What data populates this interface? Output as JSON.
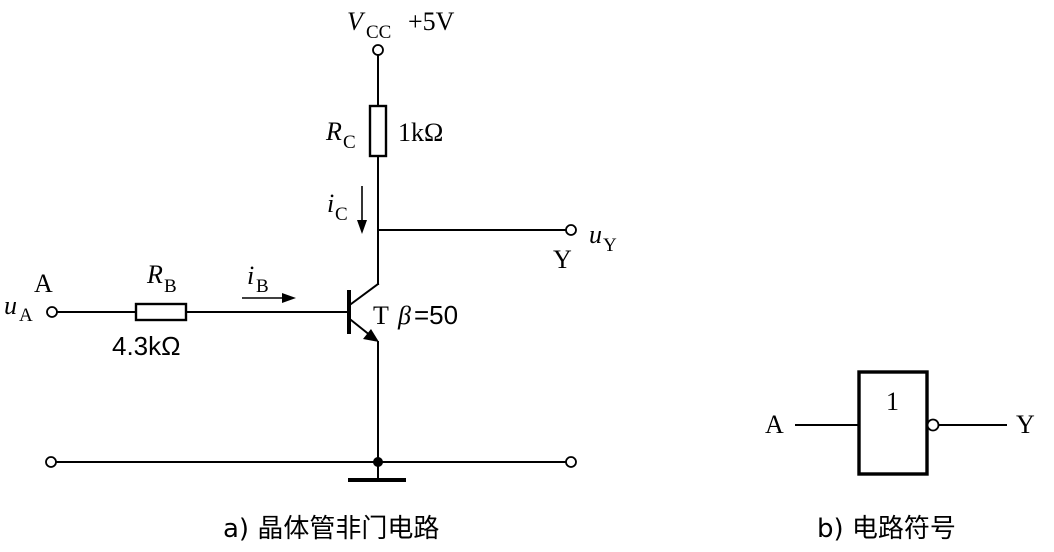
{
  "circuit": {
    "vcc": {
      "symbol": "V",
      "subscript": "CC",
      "value": "+5V"
    },
    "rc": {
      "symbol": "R",
      "subscript": "C",
      "value": "1kΩ"
    },
    "ic": {
      "symbol": "i",
      "subscript": "C"
    },
    "ib": {
      "symbol": "i",
      "subscript": "B"
    },
    "rb": {
      "symbol": "R",
      "subscript": "B",
      "value": "4.3kΩ"
    },
    "input": {
      "symbol": "u",
      "subscript": "A",
      "name": "A"
    },
    "output": {
      "symbol": "u",
      "subscript": "Y",
      "name": "Y"
    },
    "transistor": {
      "name": "T",
      "beta_symbol": "β",
      "beta_value": "=50"
    },
    "caption": "a) 晶体管非门电路"
  },
  "gate": {
    "label": "1",
    "input": "A",
    "output": "Y",
    "caption": "b) 电路符号"
  }
}
